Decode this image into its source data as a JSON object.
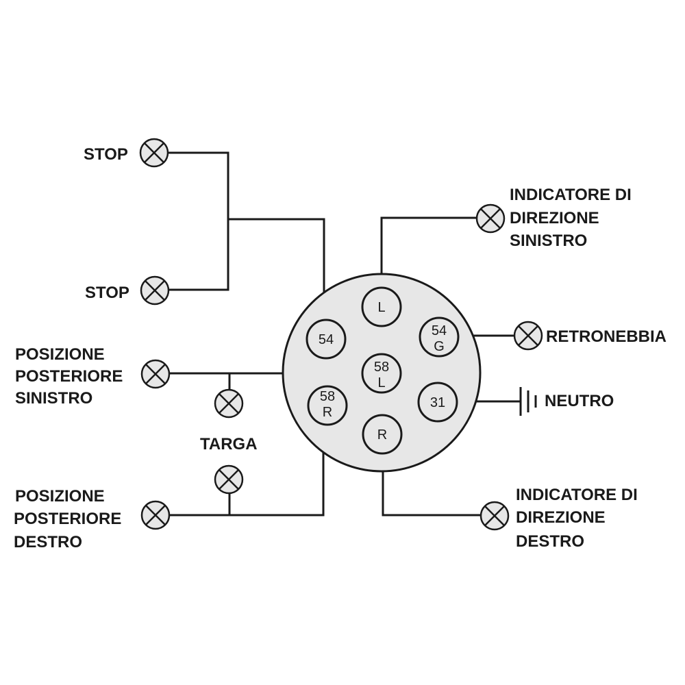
{
  "labels": {
    "stop_top": "STOP",
    "stop_bottom": "STOP",
    "posizione_sinistro": [
      "POSIZIONE",
      "POSTERIORE",
      "SINISTRO"
    ],
    "targa": "TARGA",
    "posizione_destro": [
      "POSIZIONE",
      "POSTERIORE",
      "DESTRO"
    ],
    "indicatore_sinistro": [
      "INDICATORE DI",
      "DIREZIONE",
      "SINISTRO"
    ],
    "retronebbia": "RETRONEBBIA",
    "neutro": "NEUTRO",
    "indicatore_destro": [
      "INDICATORE DI",
      "DIREZIONE",
      "DESTRO"
    ]
  },
  "pins": {
    "L": [
      "L"
    ],
    "p54": [
      "54"
    ],
    "p54G": [
      "54",
      "G"
    ],
    "p58L": [
      "58",
      "L"
    ],
    "p58R": [
      "58",
      "R"
    ],
    "p31": [
      "31"
    ],
    "R": [
      "R"
    ]
  },
  "colors": {
    "line": "#1a1a1a",
    "fill": "#e7e7e7",
    "background": "#ffffff"
  }
}
